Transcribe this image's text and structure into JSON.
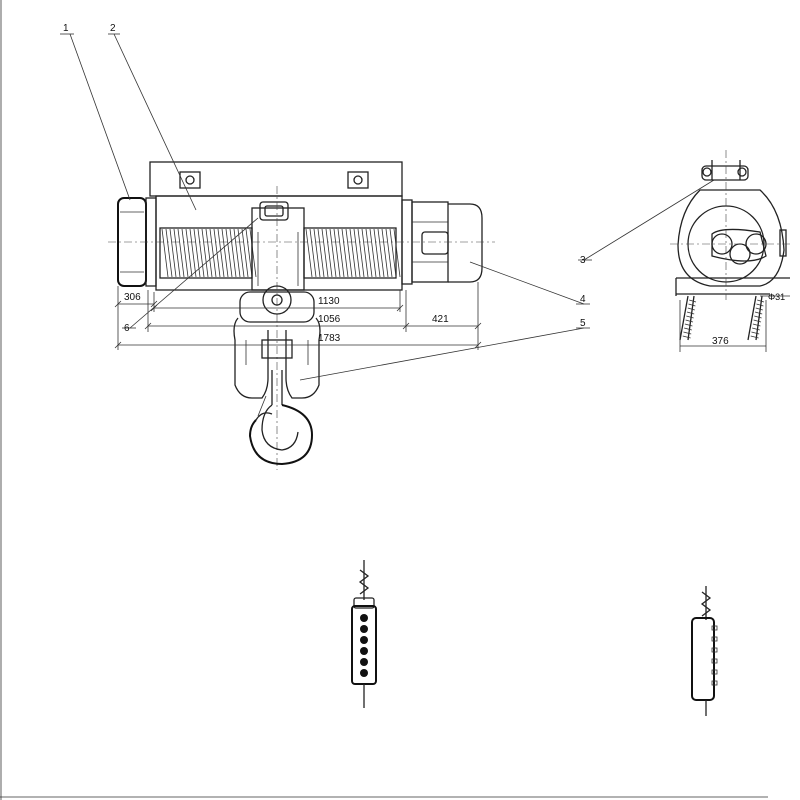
{
  "callouts": {
    "c1": "1",
    "c2": "2",
    "c3": "3",
    "c4": "4",
    "c5": "5",
    "c6": "6"
  },
  "dimensions": {
    "d306": "306",
    "d1130": "1130",
    "d1056": "1056",
    "d421": "421",
    "d1783": "1783",
    "d376": "376",
    "dphi31": "Φ31"
  }
}
